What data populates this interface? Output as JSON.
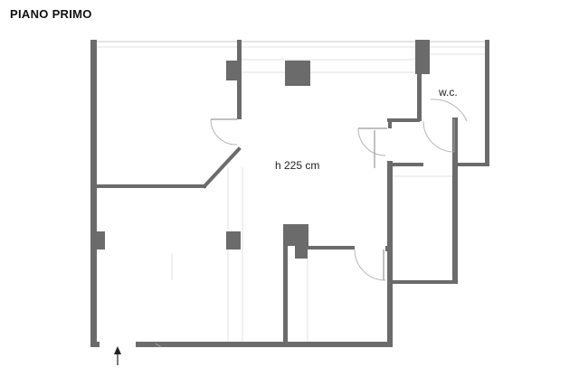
{
  "title": "PIANO PRIMO",
  "labels": {
    "height_note": "h 225 cm",
    "wc": "w.c."
  }
}
